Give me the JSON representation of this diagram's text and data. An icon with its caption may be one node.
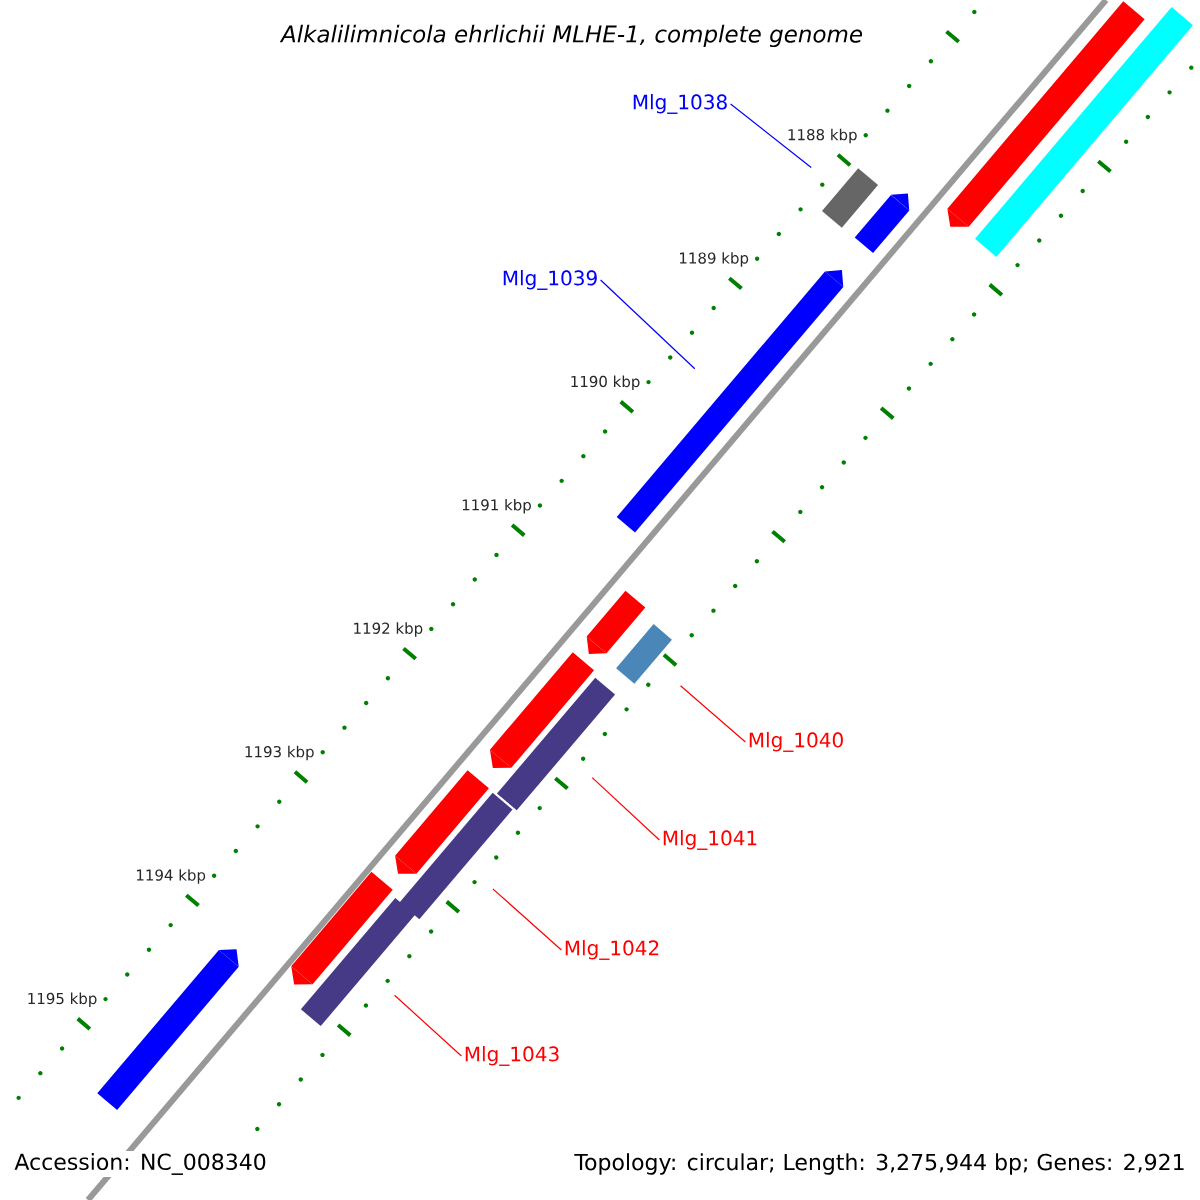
{
  "diagram": {
    "title": "Alkalilimnicola ehrlichii MLHE-1, complete genome",
    "nodes": [
      {
        "text": [
          "Mlg_1038"
        ]
      },
      {
        "text": [],
        "shape": "box"
      },
      {
        "text": [
          "Mlg_1039"
        ]
      },
      {
        "text": [],
        "shape": "bar"
      },
      {
        "text": [
          "Mlg_1040"
        ]
      },
      {
        "text": [],
        "shape": "box"
      },
      {
        "text": [
          "Mlg_1041"
        ]
      },
      {
        "text": [],
        "shape": "box"
      },
      {
        "text": [
          "Mlg_1042"
        ]
      },
      {
        "text": [],
        "shape": "box"
      },
      {
        "text": [
          "Mlg_1043"
        ]
      },
      {
        "text": [],
        "shape": "box"
      },
      {
        "text": [],
        "shape": "bar"
      },
      {
        "text": [],
        "shape": "box"
      },
      {
        "text": [],
        "shape": "bar"
      },
      {
        "text": [],
        "shape": "bar"
      },
      {
        "text": [],
        "shape": "bar"
      },
      {
        "text": [],
        "shape": "bar"
      },
      {
        "text": [],
        "shape": "bar"
      },
      {
        "text": [],
        "shape": "bar"
      }
    ],
    "edges": [
      {
        "from": 0,
        "to": 1,
        "arrow": "none",
        "color": "#0000ff"
      },
      {
        "from": 2,
        "to": 3,
        "arrow": "none",
        "color": "#0000ff"
      },
      {
        "from": 4,
        "to": 5,
        "arrow": "none"
      },
      {
        "from": 6,
        "to": 7,
        "arrow": "none"
      },
      {
        "from": 8,
        "to": 9,
        "arrow": "none"
      },
      {
        "from": 10,
        "to": 11,
        "arrow": "none"
      }
    ],
    "labels": [
      "1188 kbp",
      "1189 kbp",
      "1190 kbp",
      "1191 kbp",
      "1192 kbp",
      "1193 kbp",
      "1194 kbp",
      "1195 kbp",
      "Accession: NC_008340",
      "Topology: circular; Length: 3,275,944 bp; Genes: 2,921"
    ]
  }
}
